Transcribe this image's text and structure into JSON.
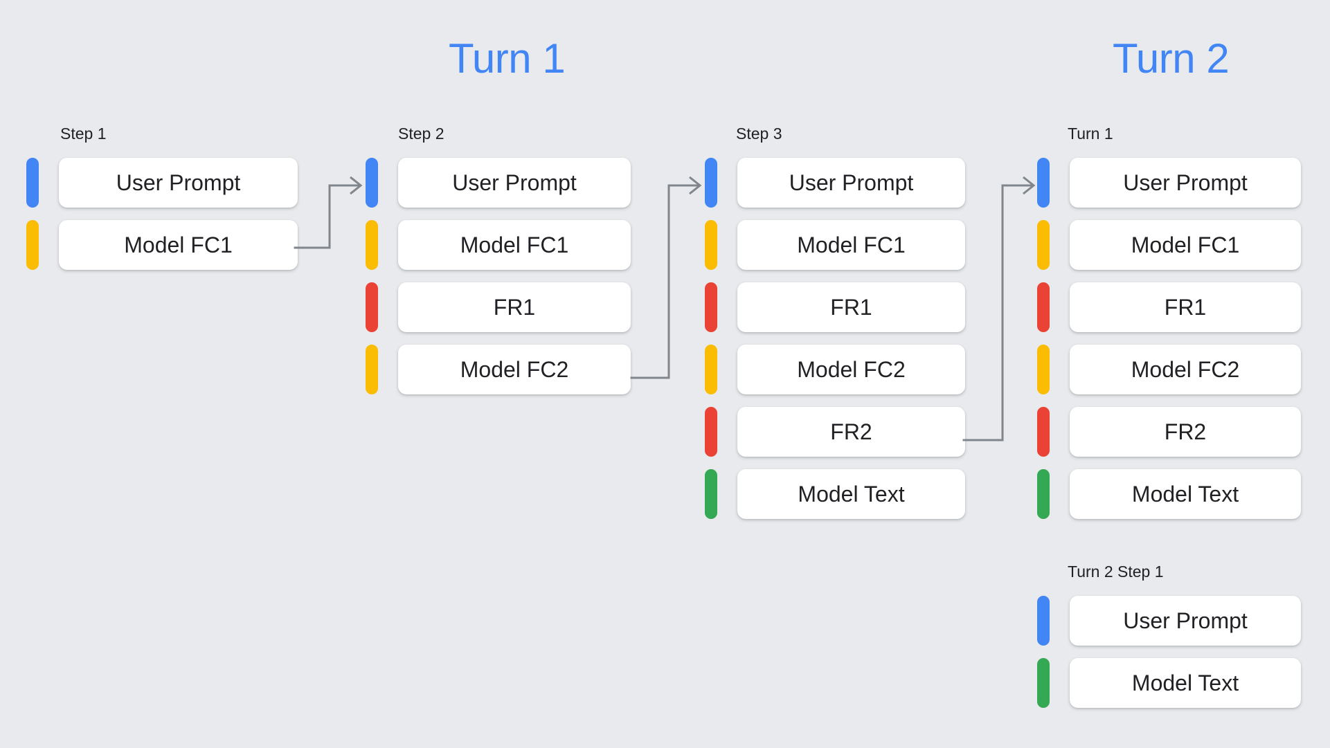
{
  "background_color": "#e8eaed",
  "palette": {
    "blue": "#4285f4",
    "yellow": "#fbbc04",
    "red": "#ea4335",
    "green": "#34a853",
    "card": "#ffffff",
    "text": "#202124",
    "connector": "#80868b"
  },
  "headings": [
    {
      "label": "Turn 1",
      "color": "#4285f4"
    },
    {
      "label": "Turn 2",
      "color": "#4285f4"
    }
  ],
  "columns": [
    {
      "caption": "Step 1",
      "rows": [
        {
          "color": "blue",
          "label": "User Prompt"
        },
        {
          "color": "yellow",
          "label": "Model FC1"
        }
      ]
    },
    {
      "caption": "Step 2",
      "rows": [
        {
          "color": "blue",
          "label": "User Prompt"
        },
        {
          "color": "yellow",
          "label": "Model FC1"
        },
        {
          "color": "red",
          "label": "FR1"
        },
        {
          "color": "yellow",
          "label": "Model FC2"
        }
      ]
    },
    {
      "caption": "Step 3",
      "rows": [
        {
          "color": "blue",
          "label": "User Prompt"
        },
        {
          "color": "yellow",
          "label": "Model FC1"
        },
        {
          "color": "red",
          "label": "FR1"
        },
        {
          "color": "yellow",
          "label": "Model FC2"
        },
        {
          "color": "red",
          "label": "FR2"
        },
        {
          "color": "green",
          "label": "Model Text"
        }
      ]
    },
    {
      "caption": "Turn 1",
      "rows": [
        {
          "color": "blue",
          "label": "User Prompt"
        },
        {
          "color": "yellow",
          "label": "Model FC1"
        },
        {
          "color": "red",
          "label": "FR1"
        },
        {
          "color": "yellow",
          "label": "Model FC2"
        },
        {
          "color": "red",
          "label": "FR2"
        },
        {
          "color": "green",
          "label": "Model Text"
        }
      ]
    },
    {
      "caption": "Turn 2 Step 1",
      "rows": [
        {
          "color": "blue",
          "label": "User Prompt"
        },
        {
          "color": "green",
          "label": "Model Text"
        }
      ]
    }
  ],
  "connectors": [
    {
      "name": "step1-to-step2",
      "from": "Model FC1 (Step 1)",
      "to": "Step 2"
    },
    {
      "name": "step2-to-step3",
      "from": "Model FC2 (Step 2)",
      "to": "Step 3"
    },
    {
      "name": "step3-to-turn2",
      "from": "FR2 (Step 3)",
      "to": "Turn 2 / Turn 1"
    }
  ]
}
